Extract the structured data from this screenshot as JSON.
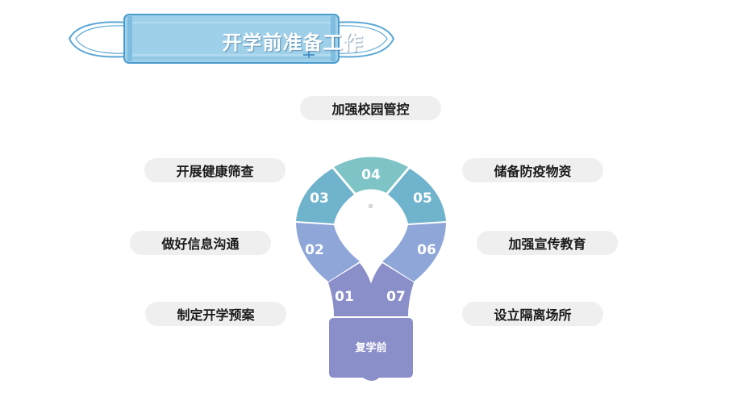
{
  "title": "开学前准备工作",
  "center_label": "复学前",
  "colors": {
    "teal": "#7ec4c6",
    "blue": "#6fb3cd",
    "periwinkle": "#8ea6d8",
    "purple": "#8a8ec9",
    "pill_bg": "#efefef",
    "mask_border": "#5aa6d6"
  },
  "segments": [
    {
      "num": "01",
      "label": "制定开学预案"
    },
    {
      "num": "02",
      "label": "做好信息沟通"
    },
    {
      "num": "03",
      "label": "开展健康筛查"
    },
    {
      "num": "04",
      "label": "加强校园管控"
    },
    {
      "num": "05",
      "label": "储备防疫物资"
    },
    {
      "num": "06",
      "label": "加强宣传教育"
    },
    {
      "num": "07",
      "label": "设立隔离场所"
    }
  ]
}
